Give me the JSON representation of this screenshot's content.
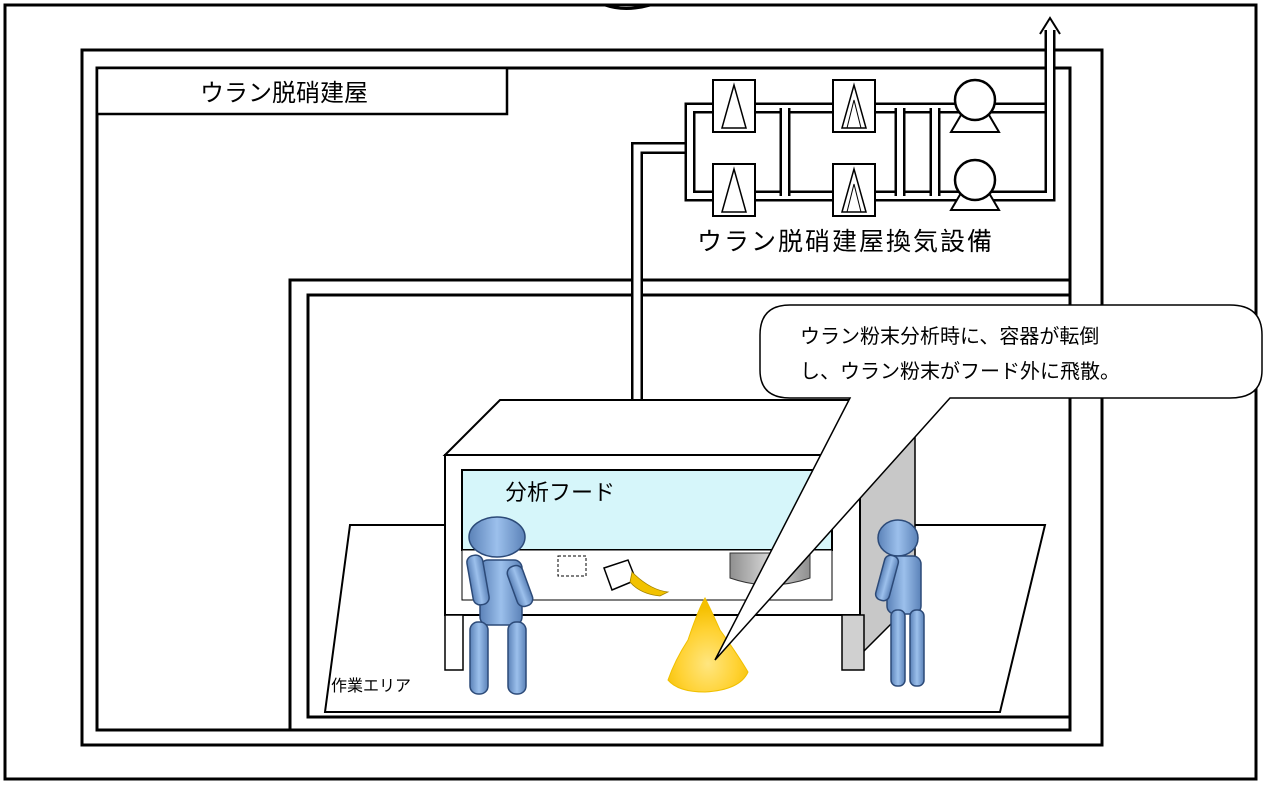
{
  "building": {
    "label": "ウラン脱硝建屋"
  },
  "ventilation": {
    "label": "ウラン脱硝建屋換気設備"
  },
  "hood": {
    "label": "分析フード"
  },
  "work_area": {
    "label": "作業エリア"
  },
  "callout": {
    "line1": "ウラン粉末分析時に、容器が転倒",
    "line2": "し、ウラン粉末がフード外に飛散。"
  },
  "colors": {
    "hood_window": "#d6f6fa",
    "worker": "#7fa8d8",
    "powder": "#ffcc33",
    "spill": "#f2c200",
    "frame": "#000000"
  }
}
